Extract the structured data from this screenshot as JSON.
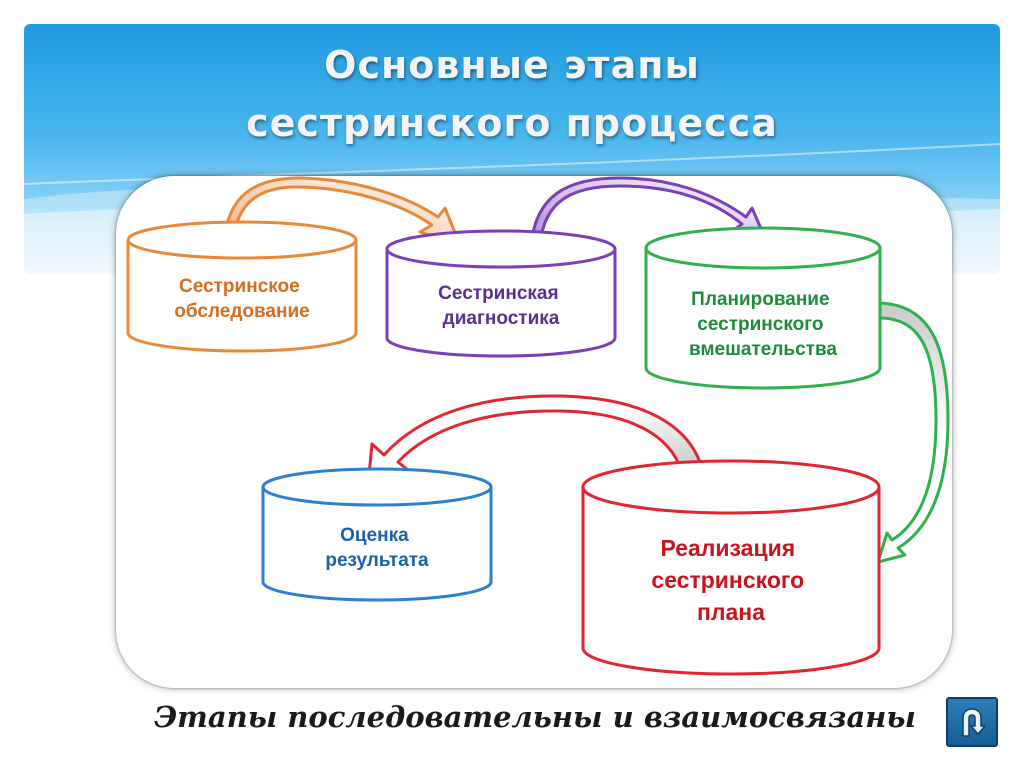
{
  "title": {
    "line1": "Основные  этапы",
    "line2": "сестринского  процесса"
  },
  "stages": [
    {
      "label_lines": [
        "Сестринское",
        "обследование"
      ],
      "color": "#e8893a"
    },
    {
      "label_lines": [
        "Сестринская",
        "диагностика"
      ],
      "color": "#7b3fb6"
    },
    {
      "label_lines": [
        "Планирование",
        "сестринского",
        "вмешательства"
      ],
      "color": "#2fb04a"
    },
    {
      "label_lines": [
        "Реализация",
        "сестринского",
        "плана"
      ],
      "color": "#e2262f"
    },
    {
      "label_lines": [
        "Оценка",
        "результата"
      ],
      "color": "#2d7fcf"
    }
  ],
  "label_colors": {
    "orange": "#d46d1e",
    "purple": "#5a2f8f",
    "green": "#1e8a3a",
    "red": "#c4161c",
    "blue": "#1d5fa8"
  },
  "caption": "Этапы последовательны и взаимосвязаны",
  "return_button": {
    "icon": "return-arrow-icon"
  }
}
